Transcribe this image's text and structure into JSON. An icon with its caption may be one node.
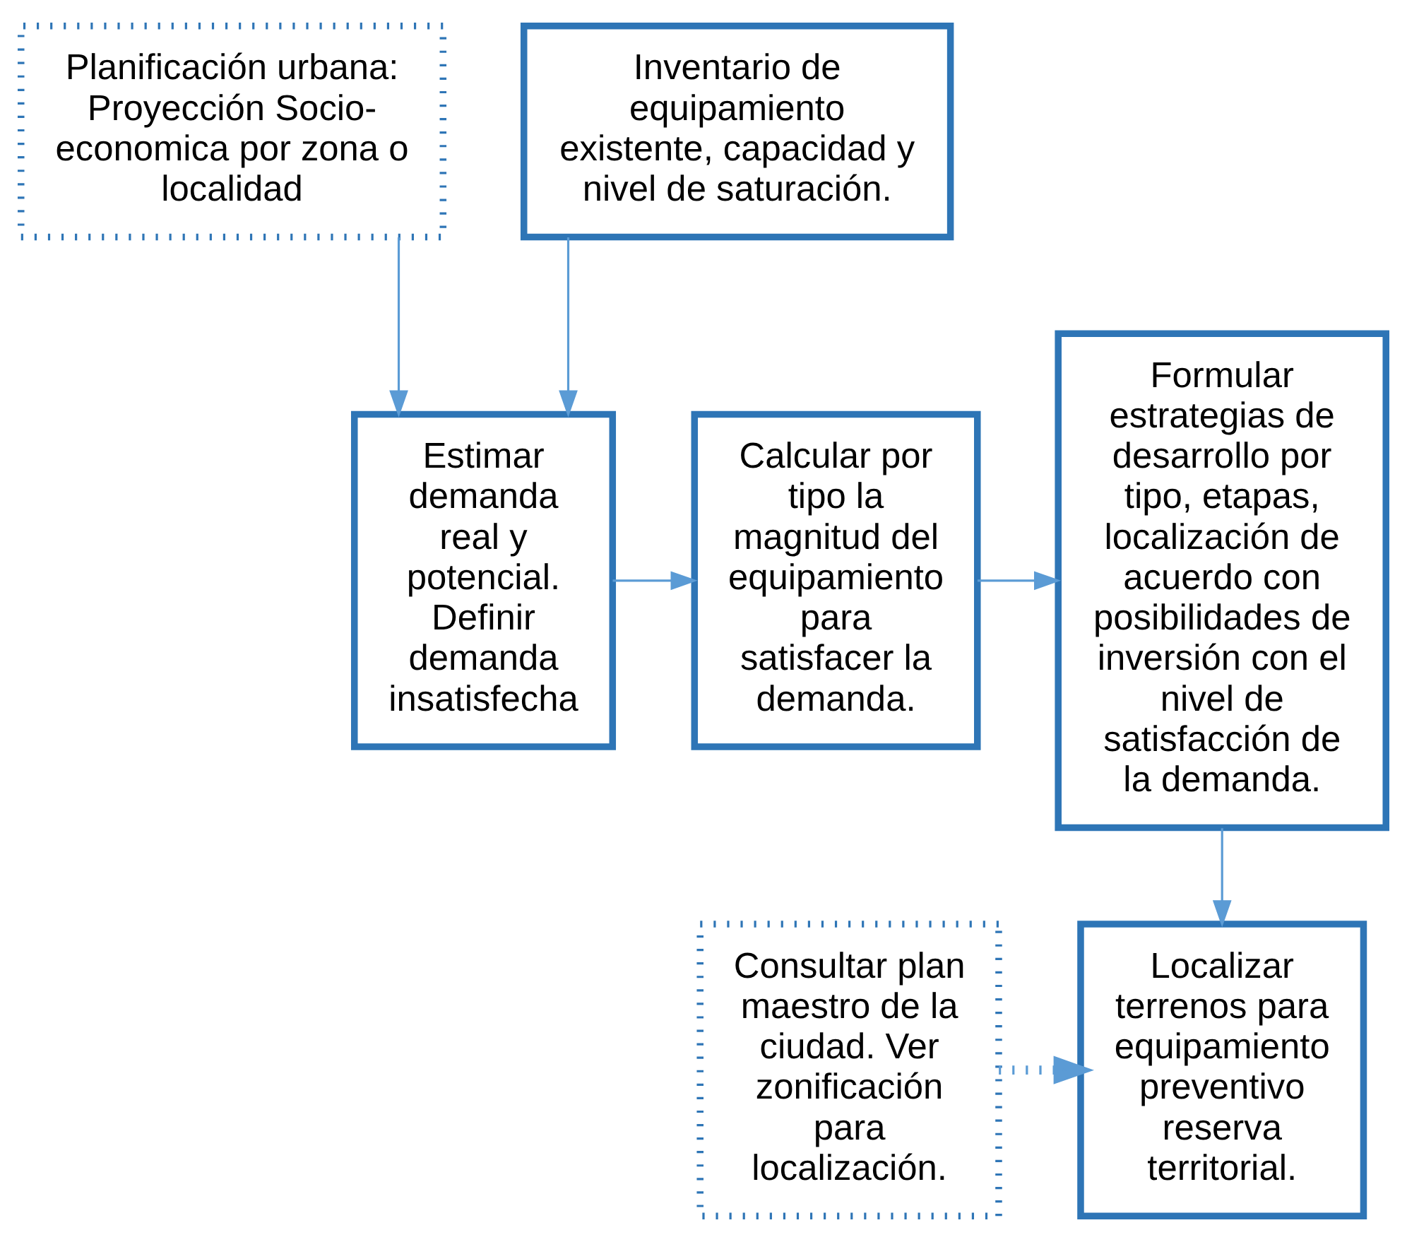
{
  "diagram": {
    "nodes": [
      {
        "text": [
          "Planificación urbana: Proyección Socio-economica por zona o localidad"
        ]
      },
      {
        "text": [
          "Inventario de equipamiento existente, capacidad y nivel de saturación."
        ]
      },
      {
        "text": [
          "Estimar demanda real y potencial. Definir demanda insatisfecha"
        ]
      },
      {
        "text": [
          "Calcular por tipo la magnitud del equipamiento para satisfacer la demanda."
        ]
      },
      {
        "text": [
          "Formular estrategias de desarrollo por tipo, etapas, localización de acuerdo con posibilidades de inversión con el nivel de satisfacción de la demanda."
        ]
      },
      {
        "text": [
          "Consultar plan maestro de la ciudad. Ver zonificación para localización."
        ]
      },
      {
        "text": [
          "Localizar terrenos para equipamiento preventivo reserva territorial."
        ]
      }
    ],
    "edges": [
      {
        "from": 0,
        "to": 2,
        "arrow": "to"
      },
      {
        "from": 1,
        "to": 2,
        "arrow": "to"
      },
      {
        "from": 2,
        "to": 3,
        "arrow": "to"
      },
      {
        "from": 3,
        "to": 4,
        "arrow": "to"
      },
      {
        "from": 4,
        "to": 6,
        "arrow": "to"
      },
      {
        "from": 5,
        "to": 6,
        "arrow": "to",
        "style": "dashed"
      }
    ]
  }
}
